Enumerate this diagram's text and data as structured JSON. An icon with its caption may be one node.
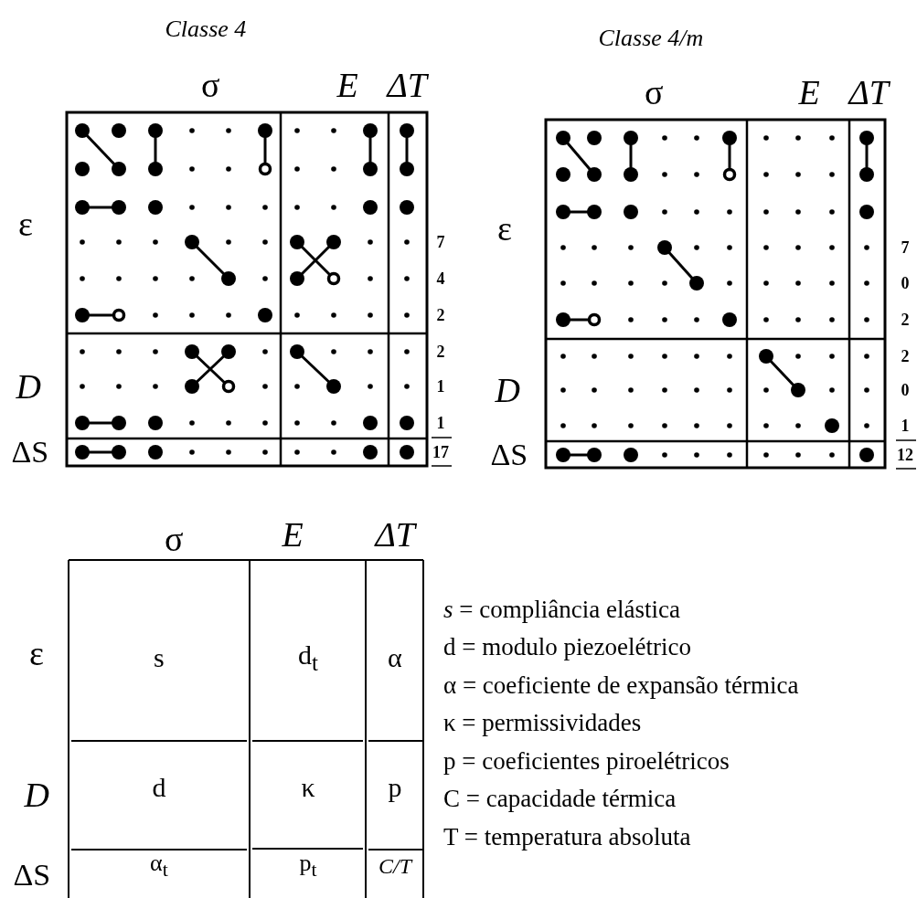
{
  "diagram": {
    "labels": [
      "Classe 4",
      "Classe 4/m",
      "σ",
      "E",
      "ΔT",
      "ε",
      "D",
      "ΔS",
      "7",
      "4",
      "2",
      "2",
      "1",
      "1",
      "17",
      "σ",
      "E",
      "ΔT",
      "ε",
      "D",
      "ΔS",
      "7",
      "0",
      "2",
      "2",
      "0",
      "1",
      "12",
      "σ",
      "E",
      "ΔT",
      "ε",
      "D",
      "ΔS",
      "s",
      "d$_{t}$",
      "α",
      "d",
      "κ",
      "p",
      "α$_{t}$",
      "p$_{t}$",
      "C/T",
      "*s* = compliância elástica",
      "d = modulo piezoelétrico",
      "α = coeficiente de expansão térmica",
      "κ = permissividades",
      "p = coeficientes piroelétricos",
      "C = capacidade térmica",
      "T = temperatura absoluta"
    ]
  }
}
